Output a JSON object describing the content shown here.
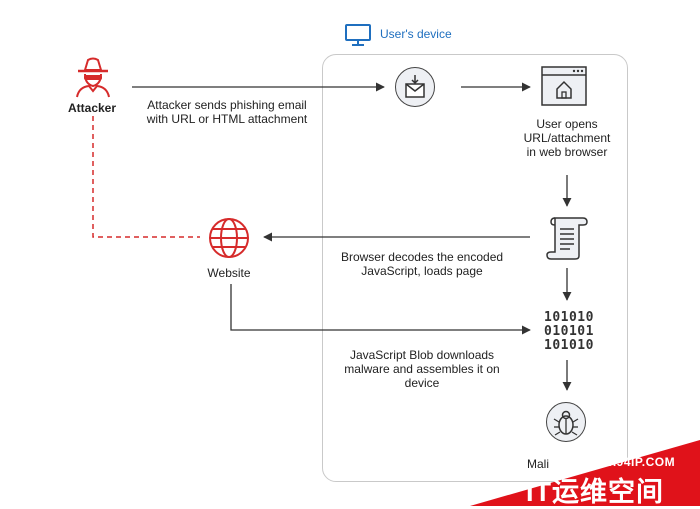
{
  "device": {
    "title": "User's device"
  },
  "attacker": {
    "label": "Attacker"
  },
  "website": {
    "label": "Website"
  },
  "steps": {
    "phishing": "Attacker sends phishing email\nwith URL or HTML attachment",
    "opens": "User opens\nURL/attachment\nin web browser",
    "decodes": "Browser decodes the encoded\nJavaScript, loads page",
    "blob": "JavaScript Blob downloads\nmalware and assembles it on\ndevice",
    "malware": "Mali"
  },
  "binary": {
    "line1": "101010",
    "line2": "010101",
    "line3": "101010"
  },
  "watermark": {
    "url": "WWW.94IP.COM",
    "text": "IT运维空间"
  },
  "colors": {
    "accent_red": "#d62b2b",
    "device_blue": "#1f6fbf",
    "watermark_red": "#e0121a"
  }
}
